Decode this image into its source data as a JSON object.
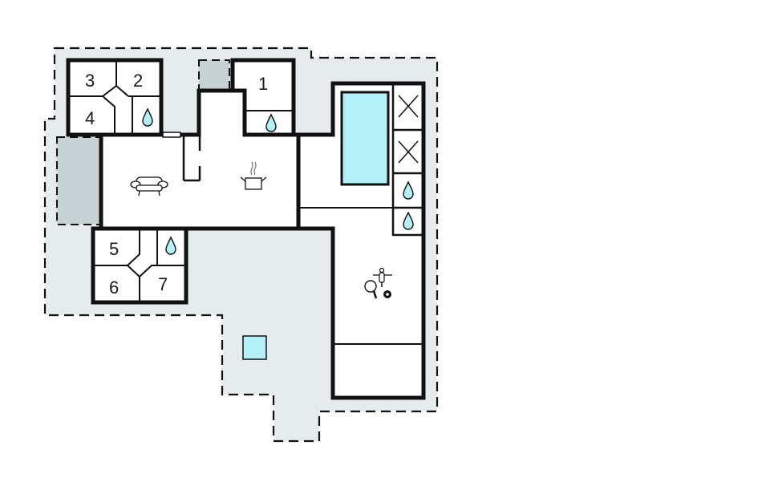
{
  "diagram": {
    "type": "floor-plan",
    "colors": {
      "background": "#ffffff",
      "terrace": "#e6eced",
      "shaded_area": "#c7d2d4",
      "wall": "#111111",
      "water": "#b3f0f7",
      "room_fill": "#ffffff"
    },
    "bedrooms": [
      {
        "id": "room-1",
        "label": "1"
      },
      {
        "id": "room-2",
        "label": "2"
      },
      {
        "id": "room-3",
        "label": "3"
      },
      {
        "id": "room-4",
        "label": "4"
      },
      {
        "id": "room-5",
        "label": "5"
      },
      {
        "id": "room-6",
        "label": "6"
      },
      {
        "id": "room-7",
        "label": "7"
      }
    ],
    "icons": [
      {
        "name": "bathroom-drop-icon",
        "count": 5
      },
      {
        "name": "sofa-icon",
        "room": "living room"
      },
      {
        "name": "cooking-pot-icon",
        "room": "kitchen"
      },
      {
        "name": "indoor-pool",
        "room": "pool hall"
      },
      {
        "name": "sauna-x-icon",
        "count": 2
      },
      {
        "name": "table-tennis-icon",
        "room": "activity room"
      },
      {
        "name": "table-football-icon",
        "room": "activity room"
      },
      {
        "name": "billiard-ball-icon",
        "room": "activity room"
      },
      {
        "name": "outdoor-whirlpool",
        "area": "terrace"
      }
    ]
  }
}
